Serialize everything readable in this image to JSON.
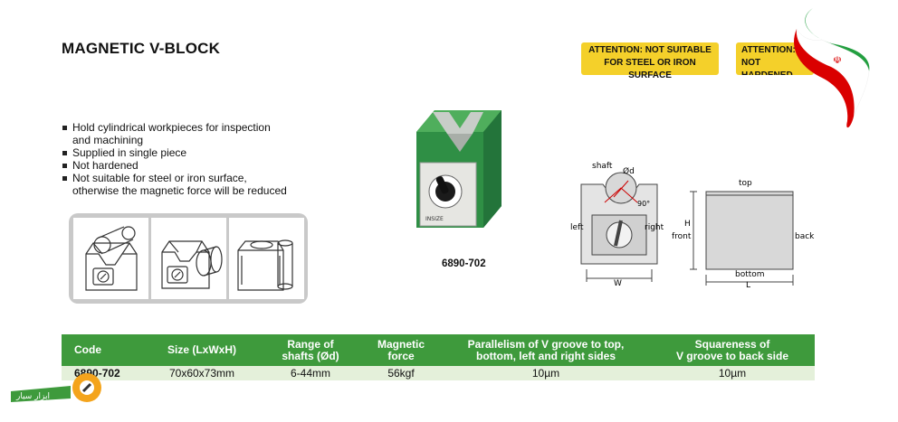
{
  "title": "MAGNETIC V-BLOCK",
  "attention": [
    {
      "line1": "ATTENTION: NOT SUITABLE",
      "line2": "FOR STEEL OR IRON SURFACE"
    },
    {
      "line1": "ATTENTION:",
      "line2": "NOT HARDENED"
    }
  ],
  "features": [
    {
      "line1": "Hold cylindrical workpieces for inspection",
      "line2": "and machining"
    },
    {
      "line1": "Supplied in single piece",
      "line2": ""
    },
    {
      "line1": "Not hardened",
      "line2": ""
    },
    {
      "line1": "Not suitable for steel or iron surface,",
      "line2": "otherwise the magnetic force will be reduced"
    }
  ],
  "model_label": "6890-702",
  "diagram_labels": {
    "shaft": "shaft",
    "diameter": "Ød",
    "angle": "90°",
    "left": "left",
    "right": "right",
    "width": "W",
    "height": "H",
    "top": "top",
    "front": "front",
    "back": "back",
    "bottom": "bottom",
    "length": "L"
  },
  "table": {
    "headers": [
      {
        "line1": "Code",
        "line2": ""
      },
      {
        "line1": "Size (LxWxH)",
        "line2": ""
      },
      {
        "line1": "Range of",
        "line2": "shafts (Ød)"
      },
      {
        "line1": "Magnetic",
        "line2": "force"
      },
      {
        "line1": "Parallelism of V groove to top,",
        "line2": "bottom, left and right sides"
      },
      {
        "line1": "Squareness of",
        "line2": "V groove to back side"
      }
    ],
    "rows": [
      [
        "6890-702",
        "70x60x73mm",
        "6-44mm",
        "56kgf",
        "10µm",
        "10µm"
      ]
    ]
  },
  "logo_text": "ابزار سیار",
  "colors": {
    "header_green": "#3e9a3c",
    "row_bg": "#e4f0da",
    "attention_yellow": "#f4d02a",
    "block_green": "#2f8f45"
  }
}
